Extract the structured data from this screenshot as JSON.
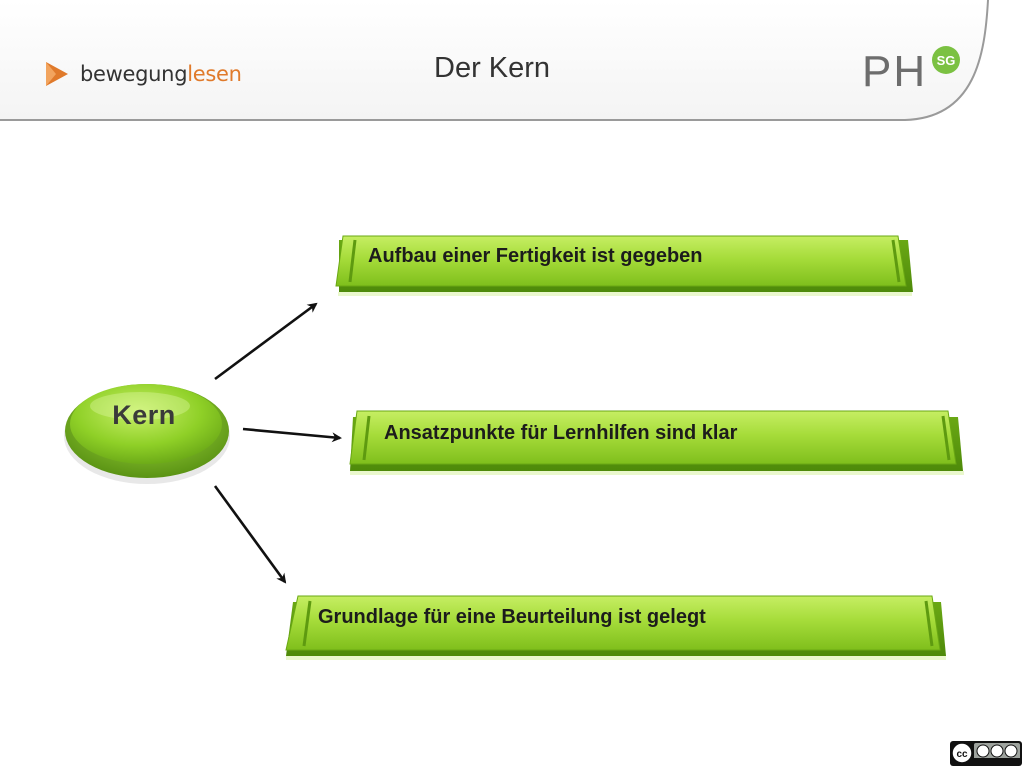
{
  "header": {
    "title": "Der Kern",
    "logo_left": {
      "part1": "bewegung",
      "part2": "lesen"
    },
    "logo_right": {
      "letters": "PH",
      "badge": "SG"
    }
  },
  "diagram": {
    "center": "Kern",
    "boxes": [
      {
        "label": "Aufbau einer Fertigkeit ist gegeben"
      },
      {
        "label": "Ansatzpunkte für Lernhilfen sind klar"
      },
      {
        "label": "Grundlage für eine Beurteilung ist gelegt"
      }
    ]
  },
  "footer": {
    "license_badge": "cc BY NC SA"
  },
  "colors": {
    "green_light": "#b7e44f",
    "green_mid": "#8ccc24",
    "green_dark": "#5e9a10",
    "brand_orange": "#e07a2b",
    "ph_green": "#7bc142"
  }
}
